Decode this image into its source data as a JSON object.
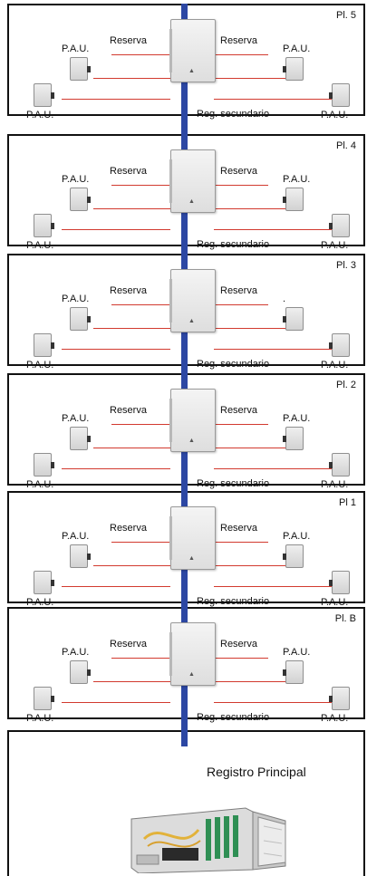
{
  "labels": {
    "pau": "P.A.U.",
    "reserva": "Reserva",
    "reg_secundario": "Reg. secundario"
  },
  "floors": [
    {
      "label": "Pl. 5",
      "pau_right_top": "P.A.U."
    },
    {
      "label": "Pl. 4",
      "pau_right_top": "P.A.U."
    },
    {
      "label": "Pl. 3",
      "pau_right_top": "."
    },
    {
      "label": "Pl. 2",
      "pau_right_top": "P.A.U."
    },
    {
      "label": "Pl 1",
      "pau_right_top": "P.A.U."
    },
    {
      "label": "Pl. B",
      "pau_right_top": "P.A.U."
    }
  ],
  "main": {
    "title": "Registro Principal"
  },
  "colors": {
    "riser": "#2c47a3",
    "cable": "#d23a2f",
    "border": "#111111"
  }
}
